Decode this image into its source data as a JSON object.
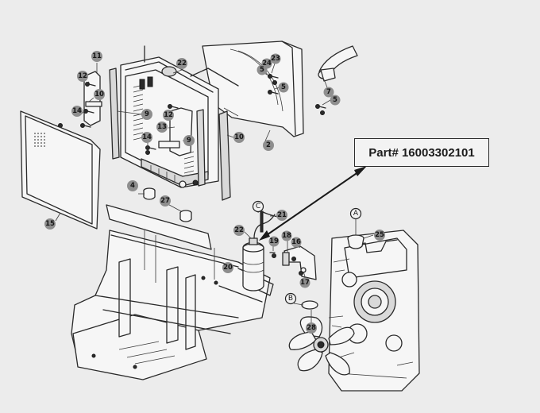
{
  "part_label": "Part# 16003302101",
  "callouts": [
    {
      "id": "c11",
      "label": "11"
    },
    {
      "id": "c22a",
      "label": "22"
    },
    {
      "id": "c12a",
      "label": "12"
    },
    {
      "id": "c10a",
      "label": "10"
    },
    {
      "id": "c14a",
      "label": "14"
    },
    {
      "id": "c9a",
      "label": "9"
    },
    {
      "id": "c12b",
      "label": "12"
    },
    {
      "id": "c13",
      "label": "13"
    },
    {
      "id": "c14b",
      "label": "14"
    },
    {
      "id": "c9b",
      "label": "9"
    },
    {
      "id": "c10b",
      "label": "10"
    },
    {
      "id": "c24",
      "label": "24"
    },
    {
      "id": "c23",
      "label": "23"
    },
    {
      "id": "c5a",
      "label": "5"
    },
    {
      "id": "c5b",
      "label": "5"
    },
    {
      "id": "c7",
      "label": "7"
    },
    {
      "id": "c5c",
      "label": "5"
    },
    {
      "id": "c2",
      "label": "2"
    },
    {
      "id": "c4",
      "label": "4"
    },
    {
      "id": "c27",
      "label": "27"
    },
    {
      "id": "c15",
      "label": "15"
    },
    {
      "id": "c21",
      "label": "21"
    },
    {
      "id": "c22b",
      "label": "22"
    },
    {
      "id": "c19",
      "label": "19"
    },
    {
      "id": "c18",
      "label": "18"
    },
    {
      "id": "c16",
      "label": "16"
    },
    {
      "id": "c20",
      "label": "20"
    },
    {
      "id": "c17",
      "label": "17"
    },
    {
      "id": "c25",
      "label": "25"
    },
    {
      "id": "c28",
      "label": "28"
    }
  ],
  "letters": [
    {
      "id": "lc",
      "label": "C"
    },
    {
      "id": "la",
      "label": "A"
    },
    {
      "id": "lb",
      "label": "B"
    }
  ]
}
